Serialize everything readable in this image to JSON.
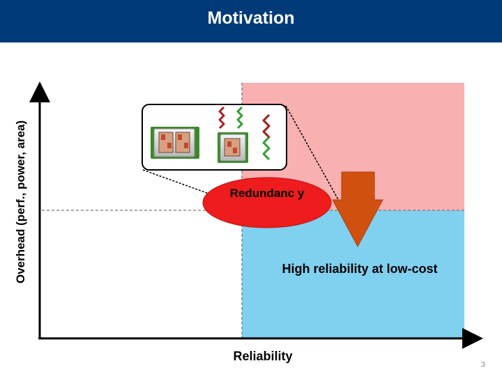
{
  "slide": {
    "title": "Motivation",
    "page_number": "3"
  },
  "diagram": {
    "y_axis_label": "Overhead (perf., power, area)",
    "x_axis_label": "Reliability",
    "redundancy_label": "Redundanc y",
    "goal_label": "High reliability at low-cost",
    "colors": {
      "header": "#003a78",
      "high_overhead_region": "#f8b0b0",
      "low_overhead_region": "#80d0f0",
      "redundancy_ellipse": "#ee1c1c",
      "arrow": "#d05010",
      "wave_red": "#a82020",
      "wave_green": "#30a030"
    }
  }
}
